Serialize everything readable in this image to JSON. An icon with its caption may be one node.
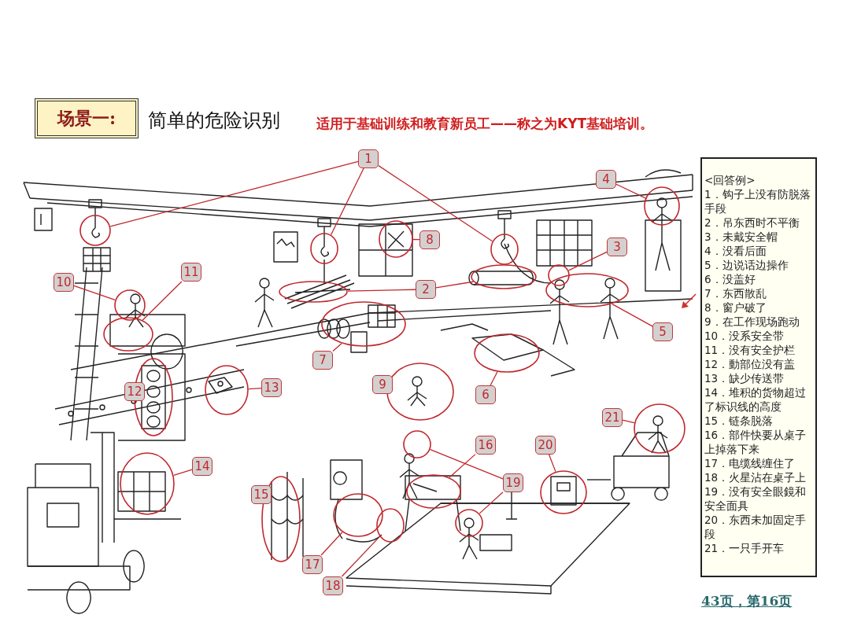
{
  "diagram": {
    "title": "简单的危险识别",
    "nodes": [
      {
        "text": [
          "场景一:"
        ]
      },
      {
        "text": [
          "1"
        ]
      },
      {
        "text": [
          "2"
        ]
      },
      {
        "text": [
          "3"
        ]
      },
      {
        "text": [
          "4"
        ]
      },
      {
        "text": [
          "5"
        ]
      },
      {
        "text": [
          "6"
        ]
      },
      {
        "text": [
          "7"
        ]
      },
      {
        "text": [
          "8"
        ]
      },
      {
        "text": [
          "9"
        ]
      },
      {
        "text": [
          "10"
        ]
      },
      {
        "text": [
          "11"
        ]
      },
      {
        "text": [
          "12"
        ]
      },
      {
        "text": [
          "13"
        ]
      },
      {
        "text": [
          "14"
        ]
      },
      {
        "text": [
          "15"
        ]
      },
      {
        "text": [
          "16"
        ]
      },
      {
        "text": [
          "17"
        ]
      },
      {
        "text": [
          "18"
        ]
      },
      {
        "text": [
          "19"
        ]
      },
      {
        "text": [
          "20"
        ]
      },
      {
        "text": [
          "21"
        ]
      },
      {
        "text": [],
        "shape": "circle"
      },
      {
        "text": [],
        "shape": "circle"
      },
      {
        "text": [],
        "shape": "circle"
      },
      {
        "text": [],
        "shape": "circle"
      },
      {
        "text": [],
        "shape": "circle"
      },
      {
        "text": [],
        "shape": "circle"
      },
      {
        "text": [],
        "shape": "circle"
      },
      {
        "text": [],
        "shape": "circle"
      },
      {
        "text": [],
        "shape": "circle"
      },
      {
        "text": [],
        "shape": "circle"
      },
      {
        "text": [],
        "shape": "circle"
      },
      {
        "text": [],
        "shape": "circle"
      },
      {
        "text": [],
        "shape": "circle"
      },
      {
        "text": [],
        "shape": "circle"
      },
      {
        "text": [],
        "shape": "circle"
      },
      {
        "text": [],
        "shape": "circle"
      },
      {
        "text": [],
        "shape": "circle"
      },
      {
        "text": [],
        "shape": "circle"
      },
      {
        "text": [],
        "shape": "circle"
      },
      {
        "text": [],
        "shape": "circle"
      },
      {
        "text": [],
        "shape": "circle"
      },
      {
        "text": [],
        "shape": "circle"
      },
      {
        "text": [],
        "shape": "circle"
      },
      {
        "text": [],
        "shape": "circle"
      },
      {
        "text": [],
        "shape": "circle"
      },
      {
        "text": [
          "<回答例>",
          "1．钩子上没有防脱落手段",
          "2．吊东西时不平衡",
          "3．未戴安全帽",
          "4．没看后面",
          "5．边说话边操作",
          "6．没盖好",
          "7．东西散乱",
          "8．窗户破了",
          "9．在工作现场跑动",
          "10．没系安全带",
          "11．没有安全护栏",
          "12．動部位没有盖",
          "13．缺少传送带",
          "14．堆积的货物超过了标识线的高度",
          "15．链条脱落",
          "16．部件快要从桌子上掉落下来",
          "17．电缆线缠住了",
          "18．火星沾在桌子上",
          "19．没有安全眼鏡和安全面具",
          "20．东西未加固定手段",
          "21．一只手开车"
        ]
      }
    ],
    "edges": [
      {
        "from": 1,
        "to": 22,
        "arrow": "none"
      },
      {
        "from": 1,
        "to": 23,
        "arrow": "none"
      },
      {
        "from": 1,
        "to": 24,
        "arrow": "none"
      },
      {
        "from": 2,
        "to": 25,
        "arrow": "none"
      },
      {
        "from": 2,
        "to": 26,
        "arrow": "none"
      },
      {
        "from": 3,
        "to": 27,
        "arrow": "none"
      },
      {
        "from": 4,
        "to": 28,
        "arrow": "none"
      },
      {
        "from": 5,
        "to": 29,
        "arrow": "none"
      },
      {
        "from": 6,
        "to": 30,
        "arrow": "none"
      },
      {
        "from": 7,
        "to": 31,
        "arrow": "none"
      },
      {
        "from": 8,
        "to": 32,
        "arrow": "none"
      },
      {
        "from": 10,
        "to": 34,
        "arrow": "none"
      },
      {
        "from": 11,
        "to": 35,
        "arrow": "none"
      },
      {
        "from": 13,
        "to": 37,
        "arrow": "none"
      },
      {
        "from": 14,
        "to": 38,
        "arrow": "none"
      },
      {
        "from": 16,
        "to": 40,
        "arrow": "none"
      },
      {
        "from": 17,
        "to": 41,
        "arrow": "none"
      },
      {
        "from": 18,
        "to": 42,
        "arrow": "none"
      },
      {
        "from": 19,
        "to": 43,
        "arrow": "none"
      },
      {
        "from": 19,
        "to": 44,
        "arrow": "none"
      },
      {
        "from": 20,
        "to": 45,
        "arrow": "none"
      },
      {
        "from": 21,
        "to": 46,
        "arrow": "none"
      }
    ],
    "labels": [
      "适用于基础训练和教育新员工——称之为KYT基础培训。",
      "43页，第16页"
    ]
  }
}
